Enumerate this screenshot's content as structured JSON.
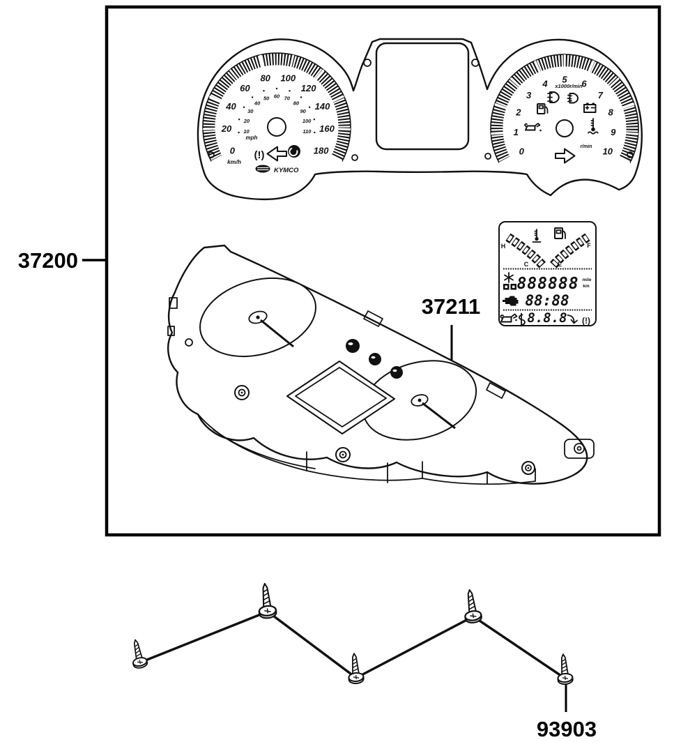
{
  "title_labels": {
    "assembly_part_number": "37200",
    "lcd_part_number": "37211",
    "screw_part_number": "93903"
  },
  "faceplate": {
    "brand": "KYMCO",
    "speedometer": {
      "outer_scale": [
        "0",
        "20",
        "40",
        "60",
        "80",
        "100",
        "120",
        "140",
        "160",
        "180"
      ],
      "outer_unit": "km/h",
      "inner_scale": [
        "10",
        "20",
        "30",
        "40",
        "50",
        "60",
        "70",
        "80",
        "90",
        "100",
        "110"
      ],
      "inner_unit": "mph",
      "warning_glyph": "(!)",
      "icons": [
        "brake-warning",
        "left-turn",
        "immobilizer",
        "kymco-logo"
      ]
    },
    "tachometer": {
      "scale": [
        "0",
        "1",
        "2",
        "3",
        "4",
        "5",
        "6",
        "7",
        "8",
        "9",
        "10"
      ],
      "legend": "x1000r/min",
      "unit_label": "r/min",
      "icons": [
        "high-beam",
        "position-lamp",
        "fuel",
        "battery",
        "oil-pressure",
        "coolant-temp",
        "right-turn"
      ]
    }
  },
  "lcd_panel": {
    "temp_hot": "H",
    "temp_cold": "C",
    "fuel_full": "F",
    "fuel_empty": "E",
    "odometer": "888888",
    "unit_top": "mile",
    "unit_bottom": "km",
    "clock": "88:88",
    "aux_readout": "8.8.8",
    "warning_glyph": "(!)",
    "icons": [
      "thermometer",
      "fuel-pump",
      "snowflake",
      "mode-boxes",
      "check-engine",
      "oil-can",
      "belt",
      "belt-replace",
      "brake-warning"
    ]
  },
  "hardware": {
    "screw_count": 5
  }
}
